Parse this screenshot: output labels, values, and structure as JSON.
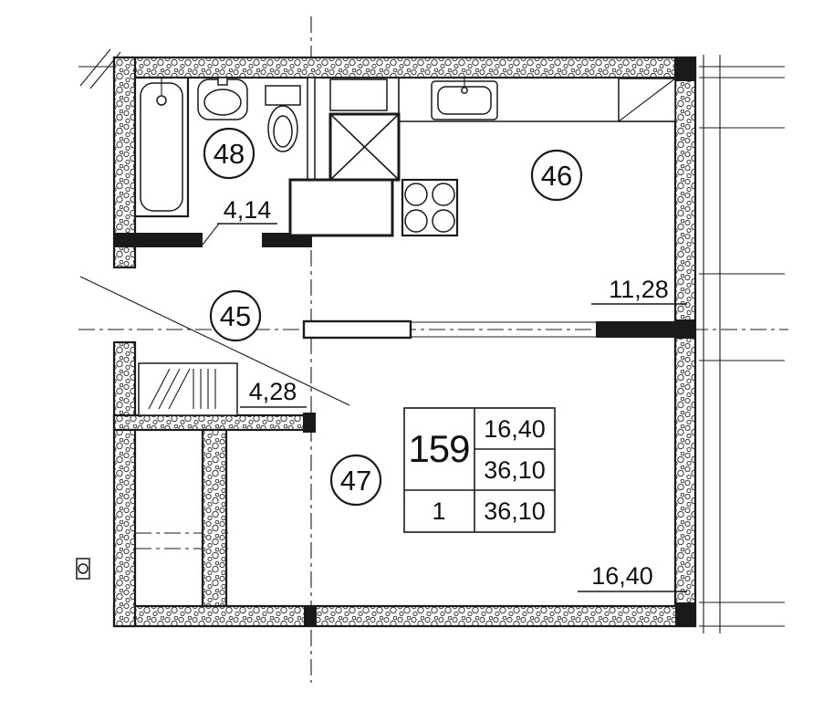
{
  "plan": {
    "rooms": {
      "bathroom": {
        "number": "48",
        "dimension": "4,14"
      },
      "kitchen": {
        "number": "46",
        "dimension": "11,28"
      },
      "hallway": {
        "number": "45",
        "dimension": "4,28"
      },
      "living_room": {
        "number": "47",
        "dimension": "16,40"
      }
    },
    "stamp": {
      "apartment_number": "159",
      "living_area": "16,40",
      "total_area": "36,10",
      "rooms_count": "1",
      "total_area_repeat": "36,10"
    },
    "colors": {
      "ink": "#1a1a1a",
      "background": "#ffffff"
    }
  }
}
